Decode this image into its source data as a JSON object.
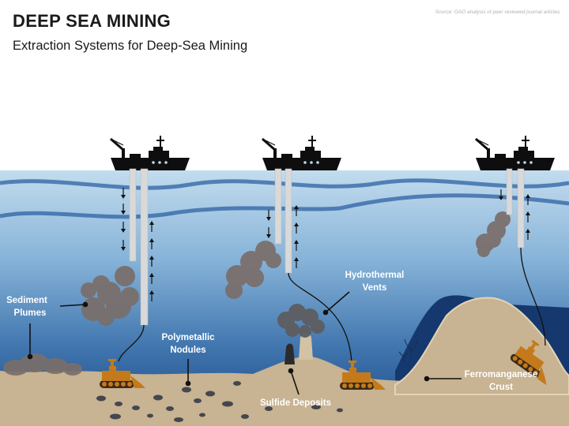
{
  "header": {
    "title": "DEEP SEA MINING",
    "subtitle": "Extraction Systems for Deep-Sea Mining",
    "source": "Source: GAO analysis of peer reviewed journal articles."
  },
  "labels": {
    "sediment_plumes": [
      "Sediment",
      "Plumes"
    ],
    "polymetallic_nodules": [
      "Polymetallic",
      "Nodules"
    ],
    "hydrothermal_vents": [
      "Hydrothermal",
      "Vents"
    ],
    "sulfide_deposits": "Sulfide Deposits",
    "ferromanganese_crust": [
      "Ferromanganese",
      "Crust"
    ]
  },
  "colors": {
    "sea_top": "#bcd7ea",
    "sea_bottom": "#1f4f8c",
    "seafloor": "#c8b392",
    "rock": "#4b4d55",
    "plume": "#7a6e6a",
    "ship": "#0e0e0e",
    "machine": "#c47a1a",
    "pipe": "#d9d9d9"
  }
}
